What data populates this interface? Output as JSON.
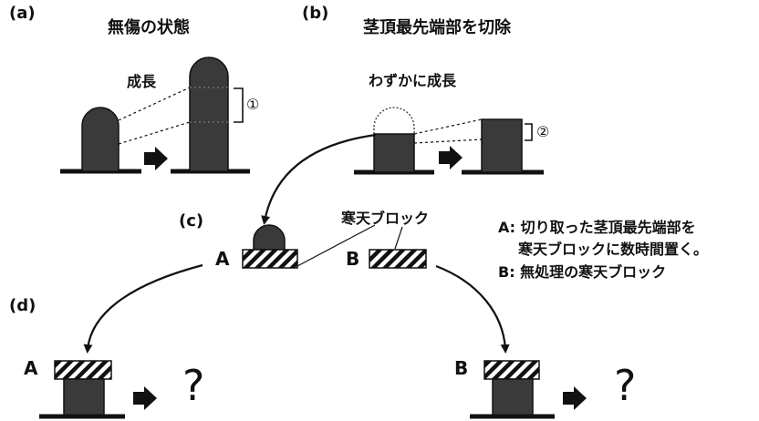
{
  "panel_a": {
    "label": "(a)",
    "title": "無傷の状態",
    "growth_label": "成長",
    "marker": "①"
  },
  "panel_b": {
    "label": "(b)",
    "title": "茎頂最先端部を切除",
    "growth_label": "わずかに成長",
    "marker": "②"
  },
  "panel_c": {
    "label": "(c)",
    "agar_label": "寒天ブロック",
    "block_a": "A",
    "block_b": "B",
    "legend": [
      "A: 切り取った茎頂最先端部を",
      "寒天ブロックに数時間置く。",
      "B: 無処理の寒天ブロック"
    ]
  },
  "panel_d": {
    "label": "(d)",
    "left_label": "A",
    "right_label": "B",
    "unknown": "?"
  },
  "colors": {
    "stem": "#3a3a3a",
    "ink": "#111111",
    "hatch": "#111111"
  }
}
